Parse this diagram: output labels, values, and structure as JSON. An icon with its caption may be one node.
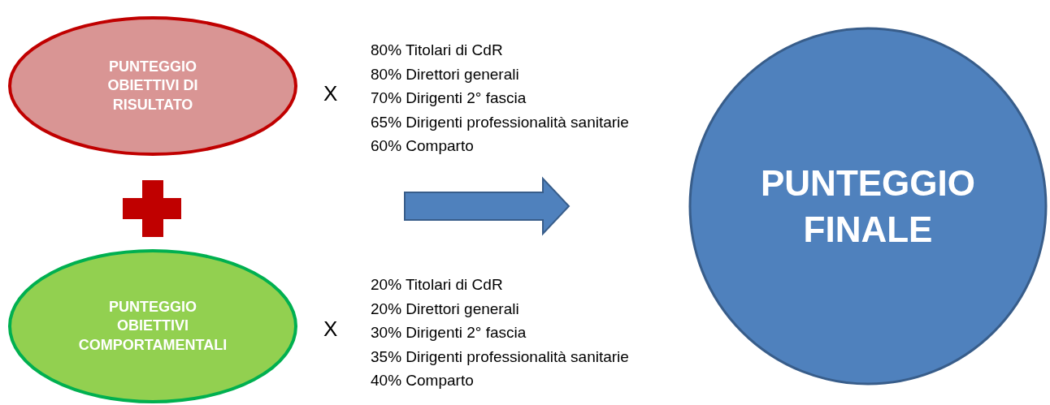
{
  "diagram": {
    "nodes": [
      {
        "text": [
          "PUNTEGGIO OBIETTIVI DI RISULTATO"
        ]
      },
      {
        "text": [
          "PUNTEGGIO OBIETTIVI COMPORTAMENTALI"
        ]
      },
      {
        "text": [
          "PUNTEGGIO FINALE"
        ]
      }
    ],
    "labels": [
      "X",
      "80% Titolari di CdR",
      "80% Direttori generali",
      "70% Dirigenti 2° fascia",
      "65% Dirigenti professionalità sanitarie",
      "60% Comparto",
      "X",
      "20% Titolari di CdR",
      "20% Direttori generali",
      "30% Dirigenti 2° fascia",
      "35% Dirigenti professionalità sanitarie",
      "40% Comparto"
    ]
  }
}
